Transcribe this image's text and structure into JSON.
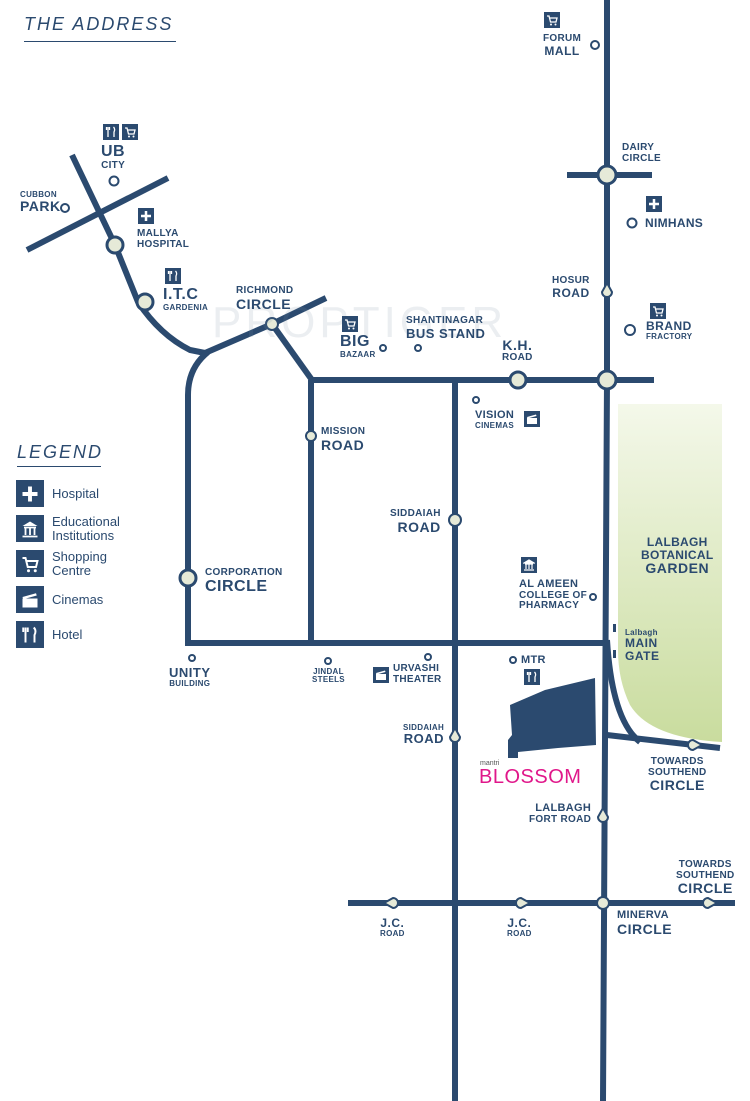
{
  "header": {
    "title": "THE ADDRESS"
  },
  "watermark": "PROPTIGER",
  "colors": {
    "road": "#2b4a6f",
    "node_fill": "#e6ead8",
    "garden_light": "#f4f8ea",
    "garden_dark": "#c9dc9e",
    "project_block": "#2b4a6f",
    "brand_pink": "#e0178a"
  },
  "legend": {
    "title": "LEGEND",
    "items": [
      {
        "icon": "plus-icon",
        "label": "Hospital"
      },
      {
        "icon": "building-icon",
        "label": "Educational\nInstitutions"
      },
      {
        "icon": "cart-icon",
        "label": "Shopping\nCentre"
      },
      {
        "icon": "clapper-icon",
        "label": "Cinemas"
      },
      {
        "icon": "fork-knife-icon",
        "label": "Hotel"
      }
    ]
  },
  "places": {
    "forum_mall": [
      "FORUM",
      "MALL"
    ],
    "dairy_circle": [
      "DAIRY",
      "CIRCLE"
    ],
    "nimhans": "NIMHANS",
    "hosur_road": [
      "HOSUR",
      "ROAD"
    ],
    "brand_factory": [
      "BRAND",
      "FRACTORY"
    ],
    "ub_city": [
      "UB",
      "CITY"
    ],
    "cubbon_park": [
      "CUBBON",
      "PARK"
    ],
    "mallya_hospital": [
      "MALLYA",
      "HOSPITAL"
    ],
    "itc_gardenia": [
      "I.T.C",
      "GARDENIA"
    ],
    "richmond_circle": [
      "RICHMOND",
      "CIRCLE"
    ],
    "big_bazaar": [
      "BIG",
      "BAZAAR"
    ],
    "shantinagar": [
      "SHANTINAGAR",
      "BUS STAND"
    ],
    "kh_road": [
      "K.H.",
      "ROAD"
    ],
    "vision_cinemas": [
      "VISION",
      "CINEMAS"
    ],
    "mission_road": [
      "MISSION",
      "ROAD"
    ],
    "siddaiah_road_1": [
      "SIDDAIAH",
      "ROAD"
    ],
    "lalbagh_garden": [
      "LALBAGH",
      "BOTANICAL",
      "GARDEN"
    ],
    "corporation_circle": [
      "CORPORATION",
      "CIRCLE"
    ],
    "al_ameen": [
      "AL AMEEN",
      "COLLEGE OF",
      "PHARMACY"
    ],
    "lalbagh_main_gate": [
      "Lalbagh",
      "MAIN",
      "GATE"
    ],
    "unity_building": [
      "UNITY",
      "BUILDING"
    ],
    "jindal_steels": [
      "JINDAL",
      "STEELS"
    ],
    "urvashi_theater": [
      "URVASHI",
      "THEATER"
    ],
    "mtr": "MTR",
    "siddaiah_road_2": [
      "SIDDAIAH",
      "ROAD"
    ],
    "towards_southend_1": [
      "TOWARDS",
      "SOUTHEND",
      "CIRCLE"
    ],
    "lalbagh_fort_road": [
      "LALBAGH",
      "FORT ROAD"
    ],
    "towards_southend_2": [
      "TOWARDS",
      "SOUTHEND",
      "CIRCLE"
    ],
    "jc_road_1": [
      "J.C.",
      "ROAD"
    ],
    "jc_road_2": [
      "J.C.",
      "ROAD"
    ],
    "minerva_circle": [
      "MINERVA",
      "CIRCLE"
    ]
  },
  "project": {
    "brand": "mantri",
    "name": "BLOSSOM"
  }
}
